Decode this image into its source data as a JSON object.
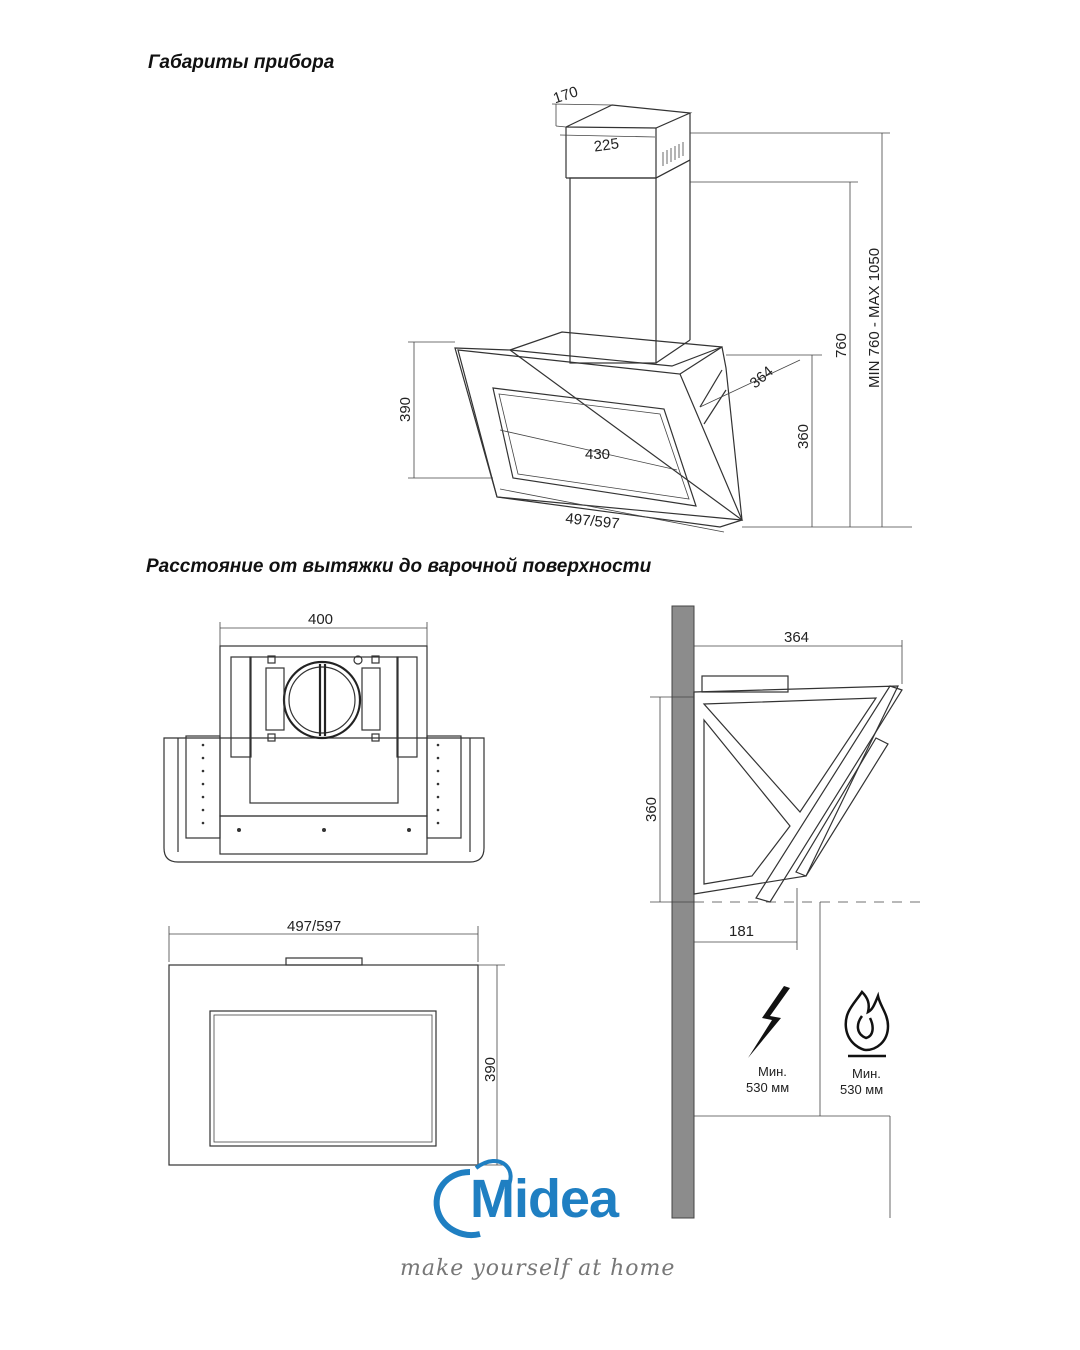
{
  "headings": {
    "dimensions": "Габариты прибора",
    "distance": "Расстояние от вытяжки до варочной поверхности"
  },
  "iso_view": {
    "dim_170": "170",
    "dim_225": "225",
    "dim_760": "760",
    "dim_range": "MIN 760 - MAX 1050",
    "dim_390": "390",
    "dim_364": "364",
    "dim_360": "360",
    "dim_430": "430",
    "dim_width": "497/597"
  },
  "top_view": {
    "dim_400": "400"
  },
  "front_view": {
    "dim_width": "497/597",
    "dim_390": "390"
  },
  "side_view": {
    "dim_364": "364",
    "dim_360": "360",
    "dim_181": "181",
    "electric_label": "Мин.",
    "electric_value": "530 мм",
    "gas_label": "Мин.",
    "gas_value": "530 мм"
  },
  "brand": {
    "name": "Midea",
    "slogan": "make yourself at home",
    "color": "#1f7fc2"
  }
}
